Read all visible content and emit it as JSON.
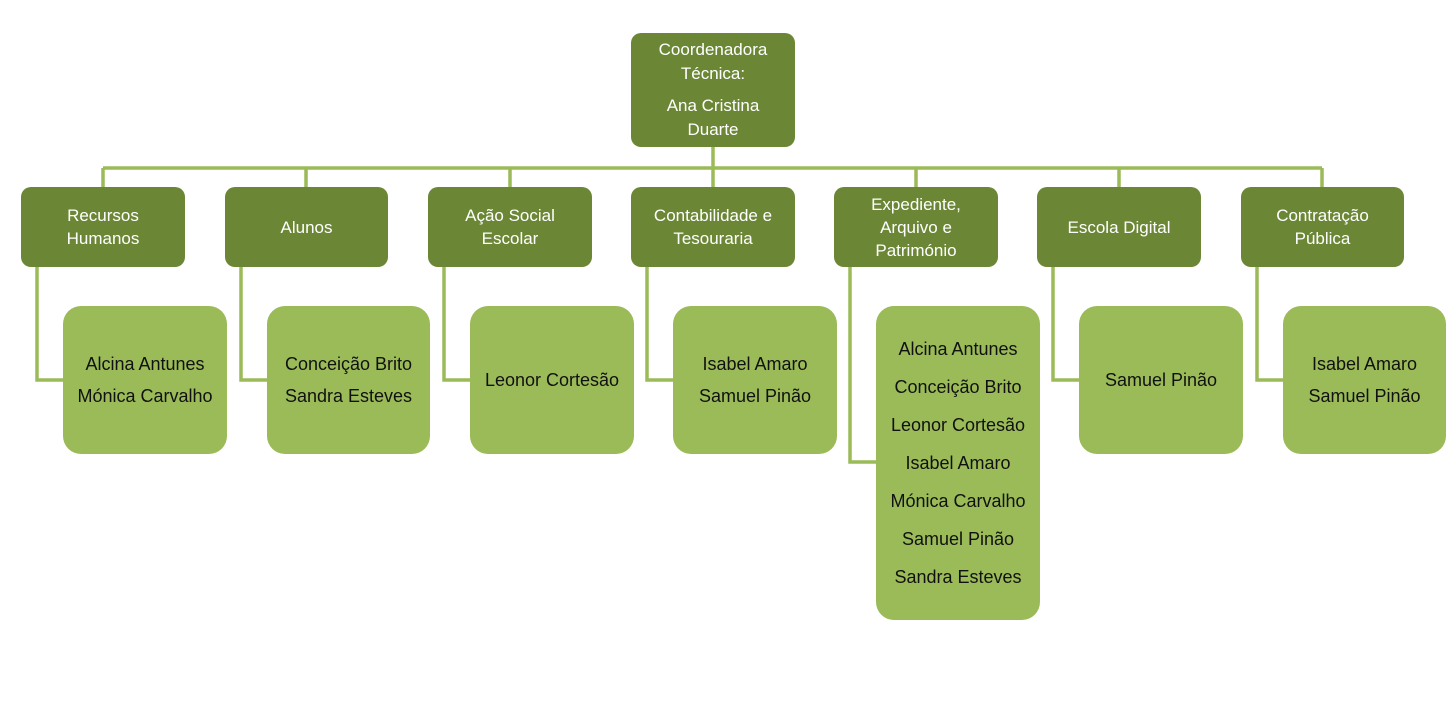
{
  "root": {
    "title": "Coordenadora\nTécnica:",
    "name": "Ana Cristina\nDuarte"
  },
  "departments": [
    {
      "name": "Recursos\nHumanos",
      "members": [
        "Alcina Antunes",
        "Mónica Carvalho"
      ]
    },
    {
      "name": "Alunos",
      "members": [
        "Conceição Brito",
        "Sandra Esteves"
      ]
    },
    {
      "name": "Ação Social\nEscolar",
      "members": [
        "Leonor Cortesão"
      ]
    },
    {
      "name": "Contabilidade  e\nTesouraria",
      "members": [
        "Isabel Amaro",
        "Samuel Pinão"
      ]
    },
    {
      "name": "Expediente,\nArquivo e\nPatrimónio",
      "members": [
        "Alcina Antunes",
        "Conceição Brito",
        "Leonor Cortesão",
        "Isabel Amaro",
        "Mónica Carvalho",
        "Samuel Pinão",
        "Sandra Esteves"
      ]
    },
    {
      "name": "Escola Digital",
      "members": [
        "Samuel Pinão"
      ]
    },
    {
      "name": "Contratação\nPública",
      "members": [
        "Isabel Amaro",
        "Samuel Pinão"
      ]
    }
  ],
  "colors": {
    "dark_box": "#6b8735",
    "light_box": "#9bbb59",
    "connector": "#9bbb59"
  }
}
